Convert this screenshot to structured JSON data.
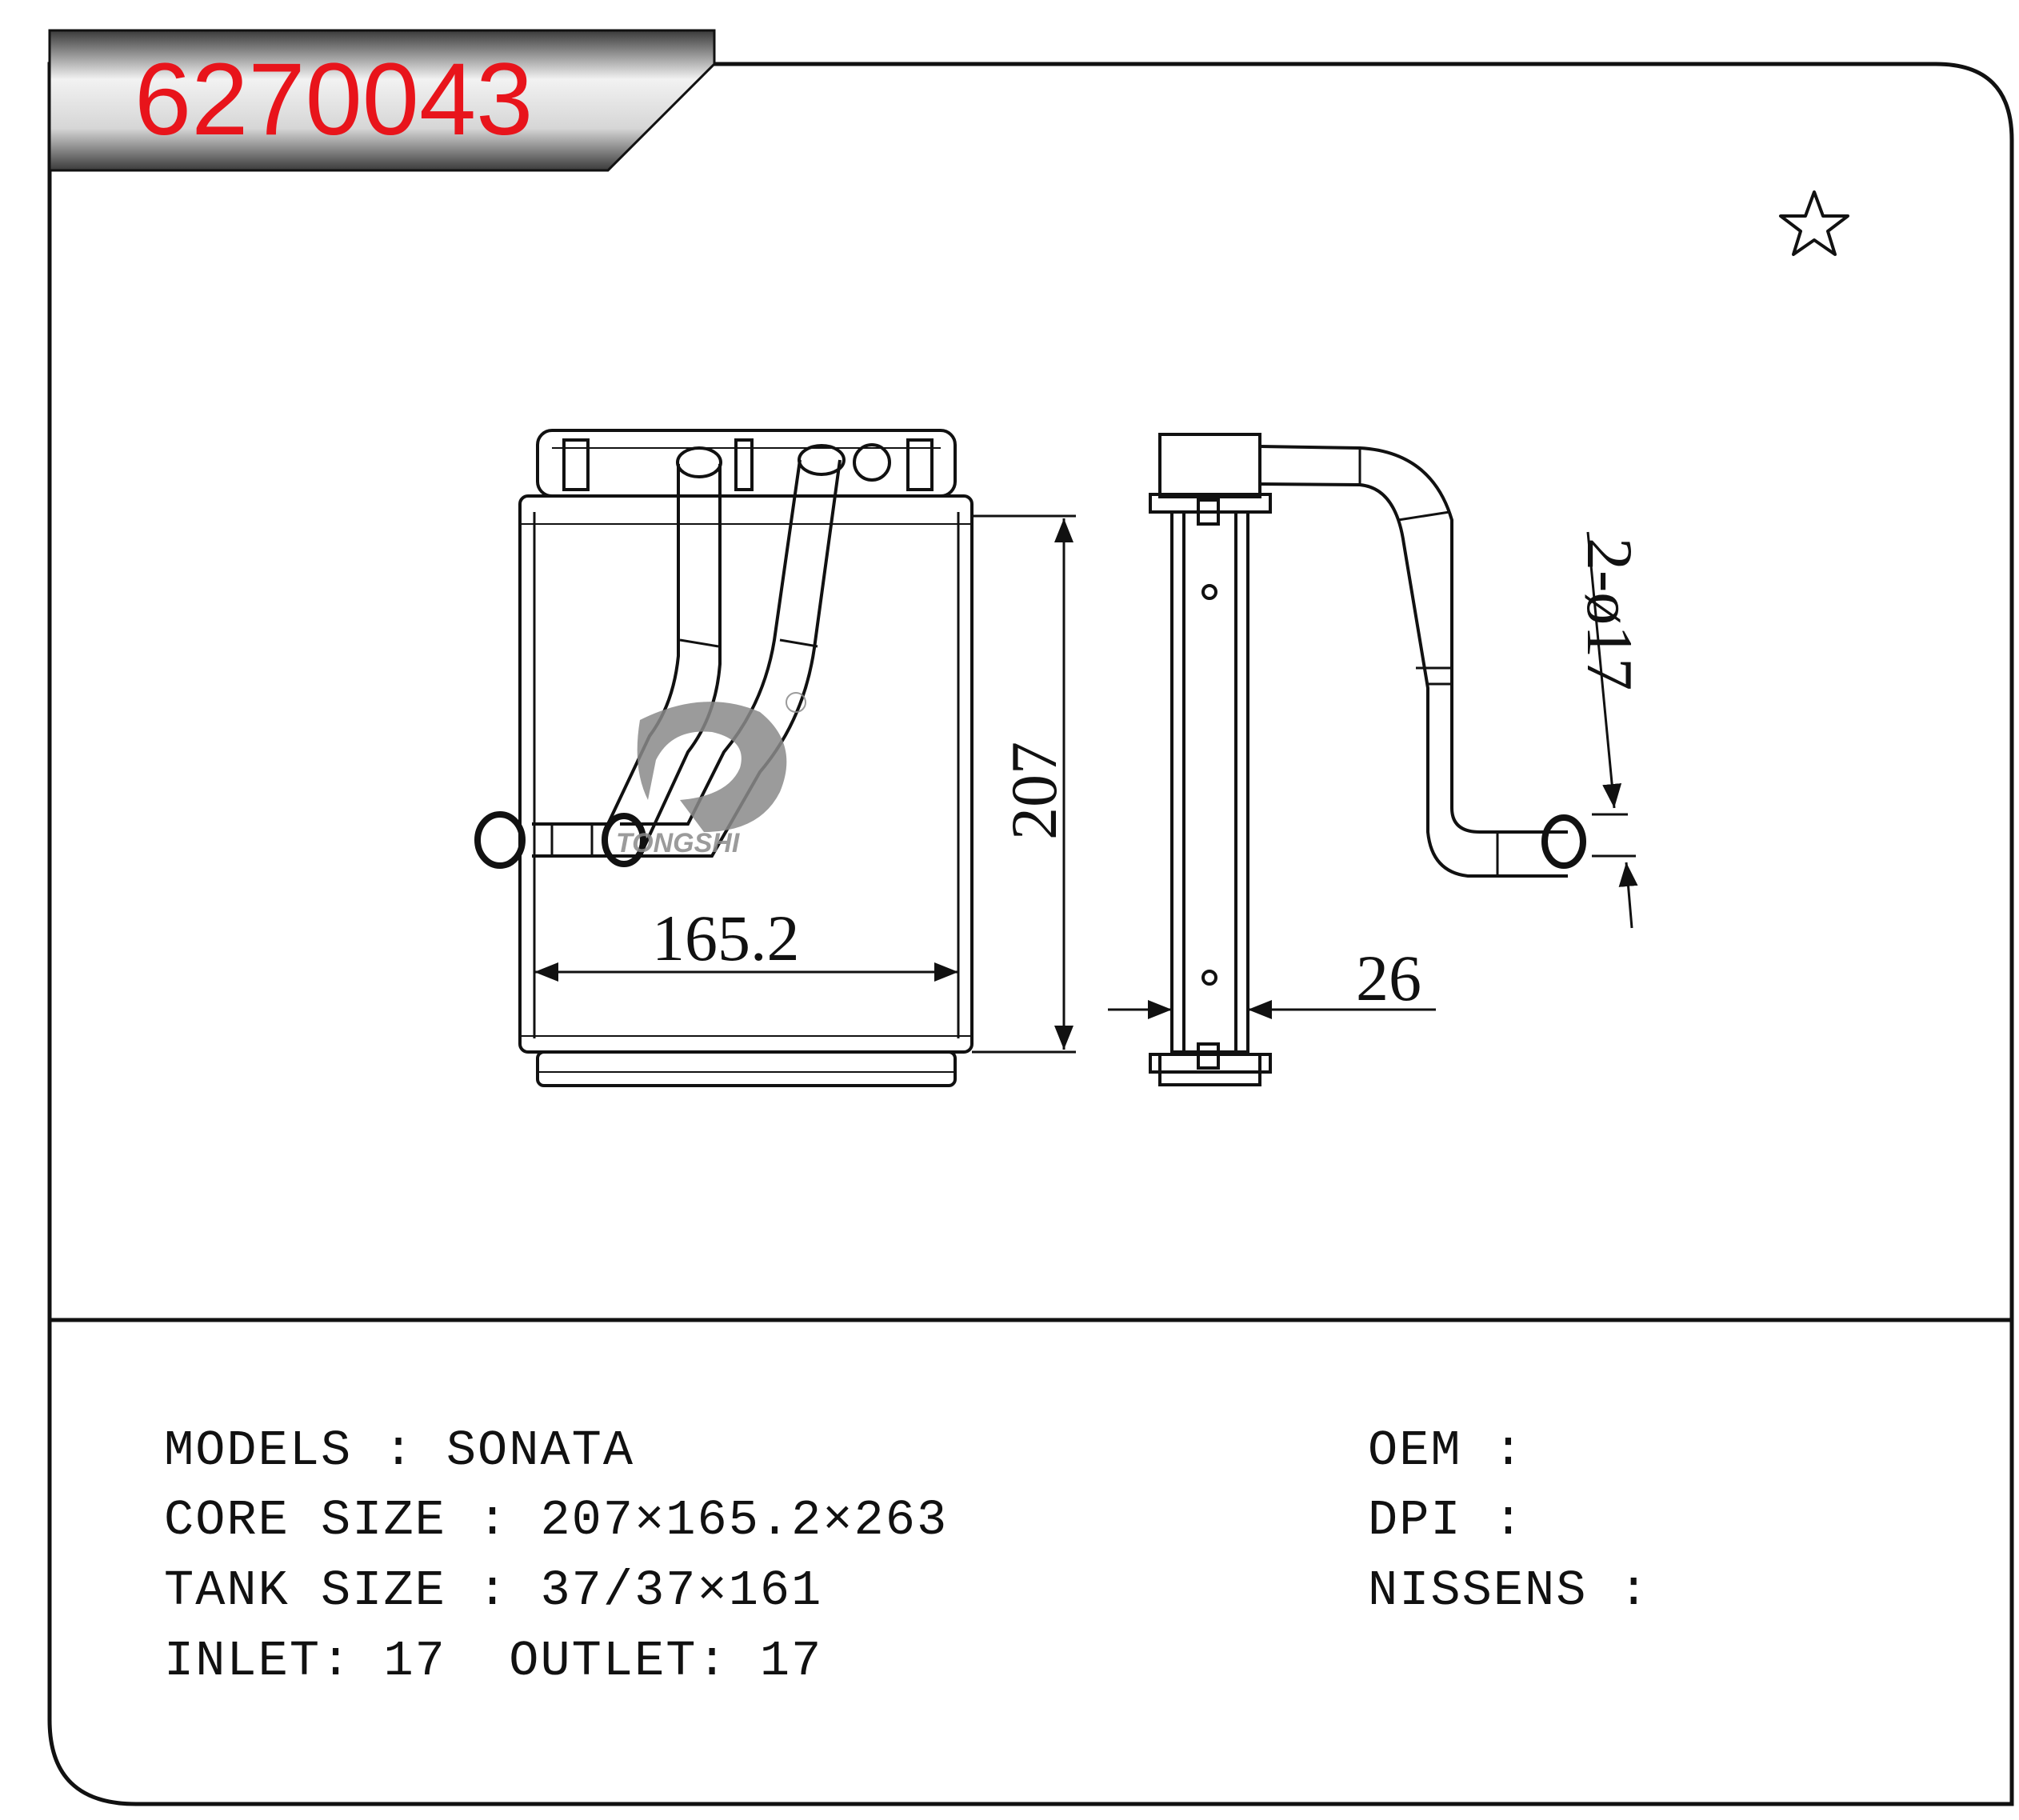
{
  "part_number": "6270043",
  "brand_watermark": "TONGSHI",
  "colors": {
    "part_number": "#e8141b",
    "line": "#111111",
    "watermark": "#8a8a8a"
  },
  "star_icon": "star-outline-icon",
  "dimensions": {
    "width_label": "165.2",
    "height_label": "207",
    "depth_label": "26",
    "pipe_label": "2-ø17"
  },
  "specs": {
    "models": "MODELS : SONATA",
    "core_size": "CORE SIZE : 207×165.2×263",
    "tank_size": "TANK SIZE : 37/37×161",
    "inlet_outlet": "INLET: 17  OUTLET: 17",
    "oem": "OEM :",
    "dpi": "DPI :",
    "nissens": "NISSENS :"
  }
}
